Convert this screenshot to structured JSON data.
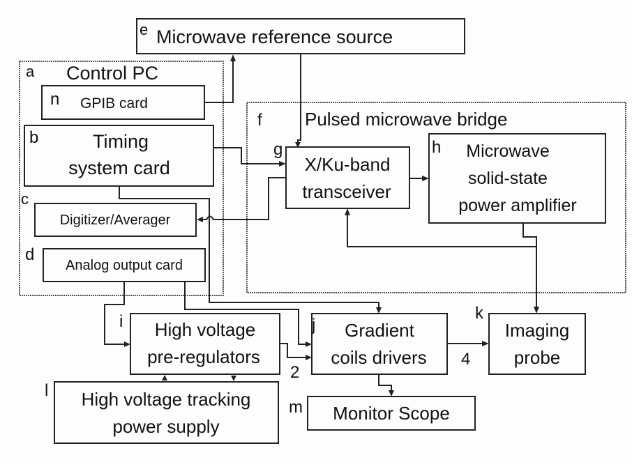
{
  "diagram": {
    "groups": {
      "control_pc": {
        "letter": "a",
        "title": "Control PC"
      },
      "bridge": {
        "letter": "f",
        "title": "Pulsed microwave bridge"
      }
    },
    "blocks": {
      "reference": {
        "letter": "e",
        "lines": [
          "Microwave reference source"
        ]
      },
      "gpib": {
        "letter": "n",
        "lines": [
          "GPIB card"
        ]
      },
      "timing": {
        "letter": "b",
        "lines": [
          "Timing",
          "system card"
        ]
      },
      "digitizer": {
        "letter": "c",
        "lines": [
          "Digitizer/Averager"
        ]
      },
      "analog": {
        "letter": "d",
        "lines": [
          "Analog output card"
        ]
      },
      "transceiver": {
        "letter": "g",
        "lines": [
          "X/Ku-band",
          "transceiver"
        ]
      },
      "amplifier": {
        "letter": "h",
        "lines": [
          "Microwave",
          "solid-state",
          "power amplifier"
        ]
      },
      "preregulators": {
        "letter": "i",
        "lines": [
          "High voltage",
          "pre-regulators"
        ]
      },
      "gradient": {
        "letter": "j",
        "lines": [
          "Gradient",
          "coils drivers"
        ]
      },
      "probe": {
        "letter": "k",
        "lines": [
          "Imaging",
          "probe"
        ]
      },
      "supply": {
        "letter": "l",
        "lines": [
          "High voltage tracking",
          "power supply"
        ]
      },
      "scope": {
        "letter": "m",
        "lines": [
          "Monitor Scope"
        ]
      }
    },
    "edge_labels": {
      "prereg_to_gradient": "2",
      "gradient_to_probe": "4"
    }
  }
}
